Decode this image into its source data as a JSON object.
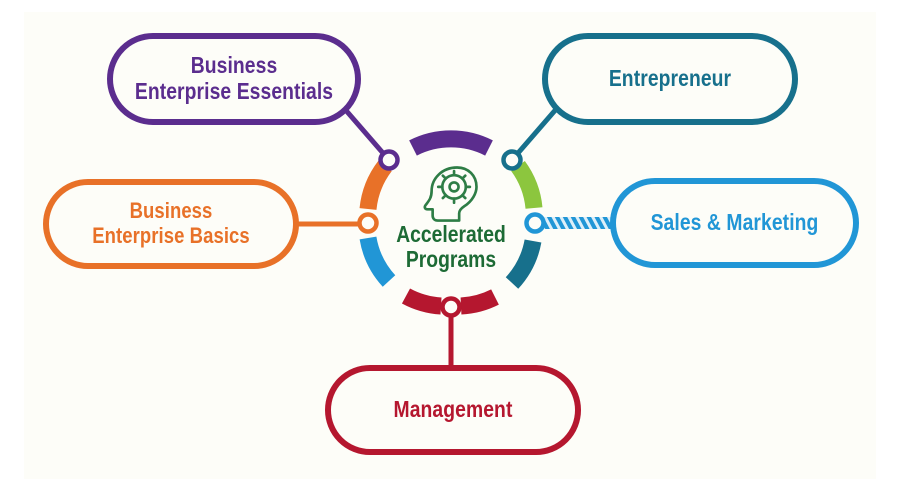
{
  "diagram": {
    "title": "Accelerated Programs",
    "background_color": "#fdfdf8",
    "hub": {
      "label_line1": "Accelerated",
      "label_line2": "Programs",
      "label_color": "#1d6b35",
      "icon": "head-with-gear-icon",
      "icon_color": "#2e7d46"
    },
    "nodes": [
      {
        "id": "business-enterprise-essentials",
        "label": "Business\nEnterprise Essentials",
        "label_line1": "Business",
        "label_line2": "Enterprise Essentials",
        "color": "#5b2d8e",
        "position": "top-left",
        "connector": "diagonal"
      },
      {
        "id": "entrepreneur",
        "label": "Entrepreneur",
        "label_line1": "Entrepreneur",
        "label_line2": "",
        "color": "#17708c",
        "position": "top-right",
        "connector": "diagonal"
      },
      {
        "id": "business-enterprise-basics",
        "label": "Business\nEnterprise Basics",
        "label_line1": "Business",
        "label_line2": "Enterprise Basics",
        "color": "#e87128",
        "position": "left",
        "connector": "horizontal"
      },
      {
        "id": "sales-and-marketing",
        "label": "Sales & Marketing",
        "label_line1": "Sales & Marketing",
        "label_line2": "",
        "color": "#2196d6",
        "position": "right",
        "connector": "horizontal-hatched"
      },
      {
        "id": "management",
        "label": "Management",
        "label_line1": "Management",
        "label_line2": "",
        "color": "#b5172f",
        "position": "bottom",
        "connector": "vertical"
      }
    ],
    "ring_segments": [
      {
        "name": "top-purple",
        "color": "#5b2d8e"
      },
      {
        "name": "upper-right-green",
        "color": "#8cc63e"
      },
      {
        "name": "lower-right-teal",
        "color": "#17708c"
      },
      {
        "name": "bottom-right-crimson",
        "color": "#b5172f"
      },
      {
        "name": "bottom-left-crimson",
        "color": "#b5172f"
      },
      {
        "name": "lower-left-blue",
        "color": "#2196d6"
      },
      {
        "name": "upper-left-orange",
        "color": "#e87128"
      }
    ]
  }
}
